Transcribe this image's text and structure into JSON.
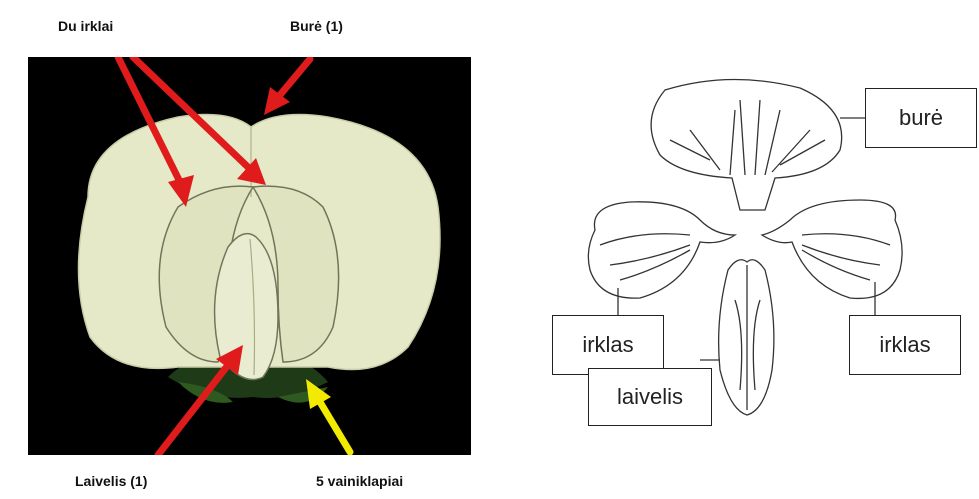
{
  "photo_labels": {
    "top_left": "Du irklai",
    "top_right": "Burė (1)",
    "bottom_left": "Laivelis (1)",
    "bottom_right": "5 vainiklapiai"
  },
  "diagram_labels": {
    "bure": "burė",
    "irklas_left": "irklas",
    "irklas_right": "irklas",
    "laivelis": "laivelis"
  },
  "colors": {
    "arrow_red": "#e01b1b",
    "arrow_yellow": "#f2ea00",
    "petal": "#e6e9c8",
    "background_photo": "#000000"
  }
}
